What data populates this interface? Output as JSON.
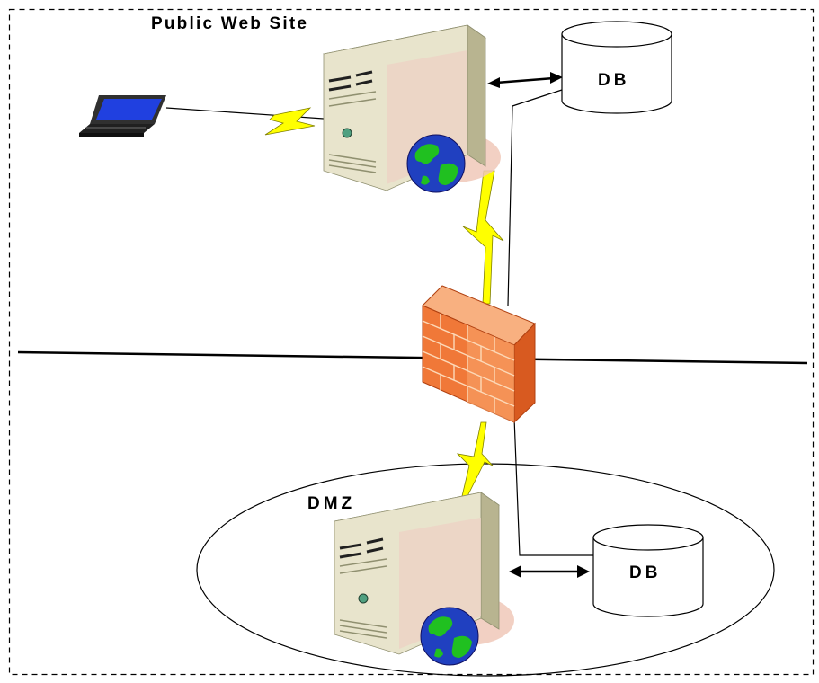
{
  "labels": {
    "public_web_site": "Public Web Site",
    "dmz": "DMZ",
    "db_top": "DB",
    "db_bottom": "DB"
  },
  "colors": {
    "line": "#000000",
    "border_dash": "#000000",
    "lightning_fill": "#ffff00",
    "lightning_stroke": "#808000",
    "firewall_front": "#f07838",
    "firewall_side": "#d85a20",
    "firewall_top": "#f8b080",
    "firewall_mortar": "#fcd9b8",
    "server_front": "#e8e4cc",
    "server_side": "#b8b490",
    "server_top": "#f4f2e2",
    "globe_ocean": "#2040c0",
    "globe_land": "#20c020",
    "laptop_screen": "#2040e0",
    "laptop_body": "#303030"
  },
  "icons": {
    "laptop": "laptop-icon",
    "web_server": "web-server-icon",
    "dmz_server": "dmz-server-icon",
    "firewall": "firewall-icon",
    "db_top": "database-icon",
    "db_bottom": "database-icon",
    "globe": "globe-icon",
    "lightning": "lightning-link-icon"
  }
}
